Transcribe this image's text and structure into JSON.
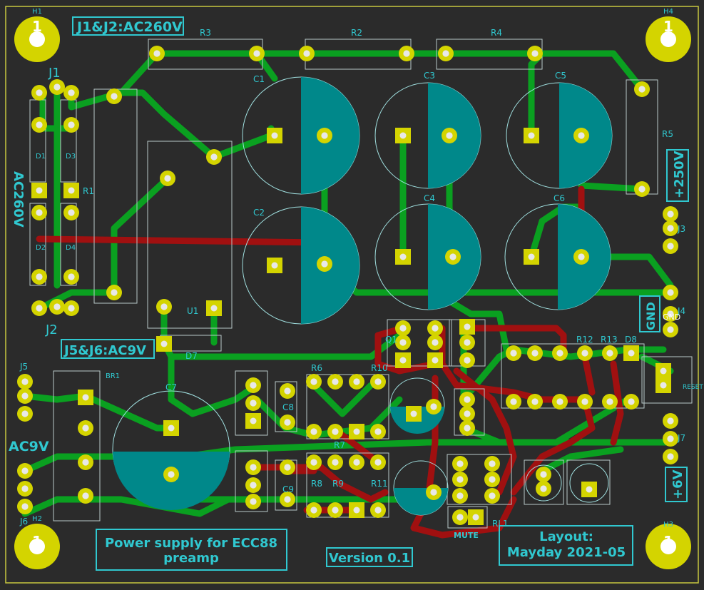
{
  "board": {
    "mounting_holes": [
      {
        "ref": "H1",
        "pad": "1"
      },
      {
        "ref": "H4",
        "pad": "1"
      },
      {
        "ref": "H2",
        "pad": "1"
      },
      {
        "ref": "H3",
        "pad": "1"
      }
    ],
    "labels": {
      "j1j2": "J1&J2:AC260V",
      "j5j6": "J5&J6:AC9V",
      "ac260v": "AC260V",
      "ac9v": "AC9V",
      "plus250v": "+250V",
      "gnd": "GND",
      "plus6v": "+6V",
      "mute": "MUTE",
      "title_line1": "Power supply for ECC88",
      "title_line2": "preamp",
      "version": "Version 0.1",
      "layout_line1": "Layout:",
      "layout_line2": "Mayday 2021-05",
      "gnd_pad": "GND"
    },
    "refs": {
      "J1": "J1",
      "J2": "J2",
      "J3": "J3",
      "J4": "J4",
      "J5": "J5",
      "J6": "J6",
      "J7": "J7",
      "R1": "R1",
      "R2": "R2",
      "R3": "R3",
      "R4": "R4",
      "R5": "R5",
      "R6": "R6",
      "R7": "R7",
      "R8": "R8",
      "R9": "R9",
      "R10": "R10",
      "R11": "R11",
      "R12": "R12",
      "R13": "R13",
      "C1": "C1",
      "C2": "C2",
      "C3": "C3",
      "C4": "C4",
      "C5": "C5",
      "C6": "C6",
      "C7": "C7",
      "C8": "C8",
      "C9": "C9",
      "D1": "D1",
      "D2": "D2",
      "D3": "D3",
      "D4": "D4",
      "D7": "D7",
      "D8": "D8",
      "BR1": "BR1",
      "U1": "U1",
      "Q1": "Q1",
      "RL1": "RL1",
      "RESET": "RESET"
    }
  }
}
